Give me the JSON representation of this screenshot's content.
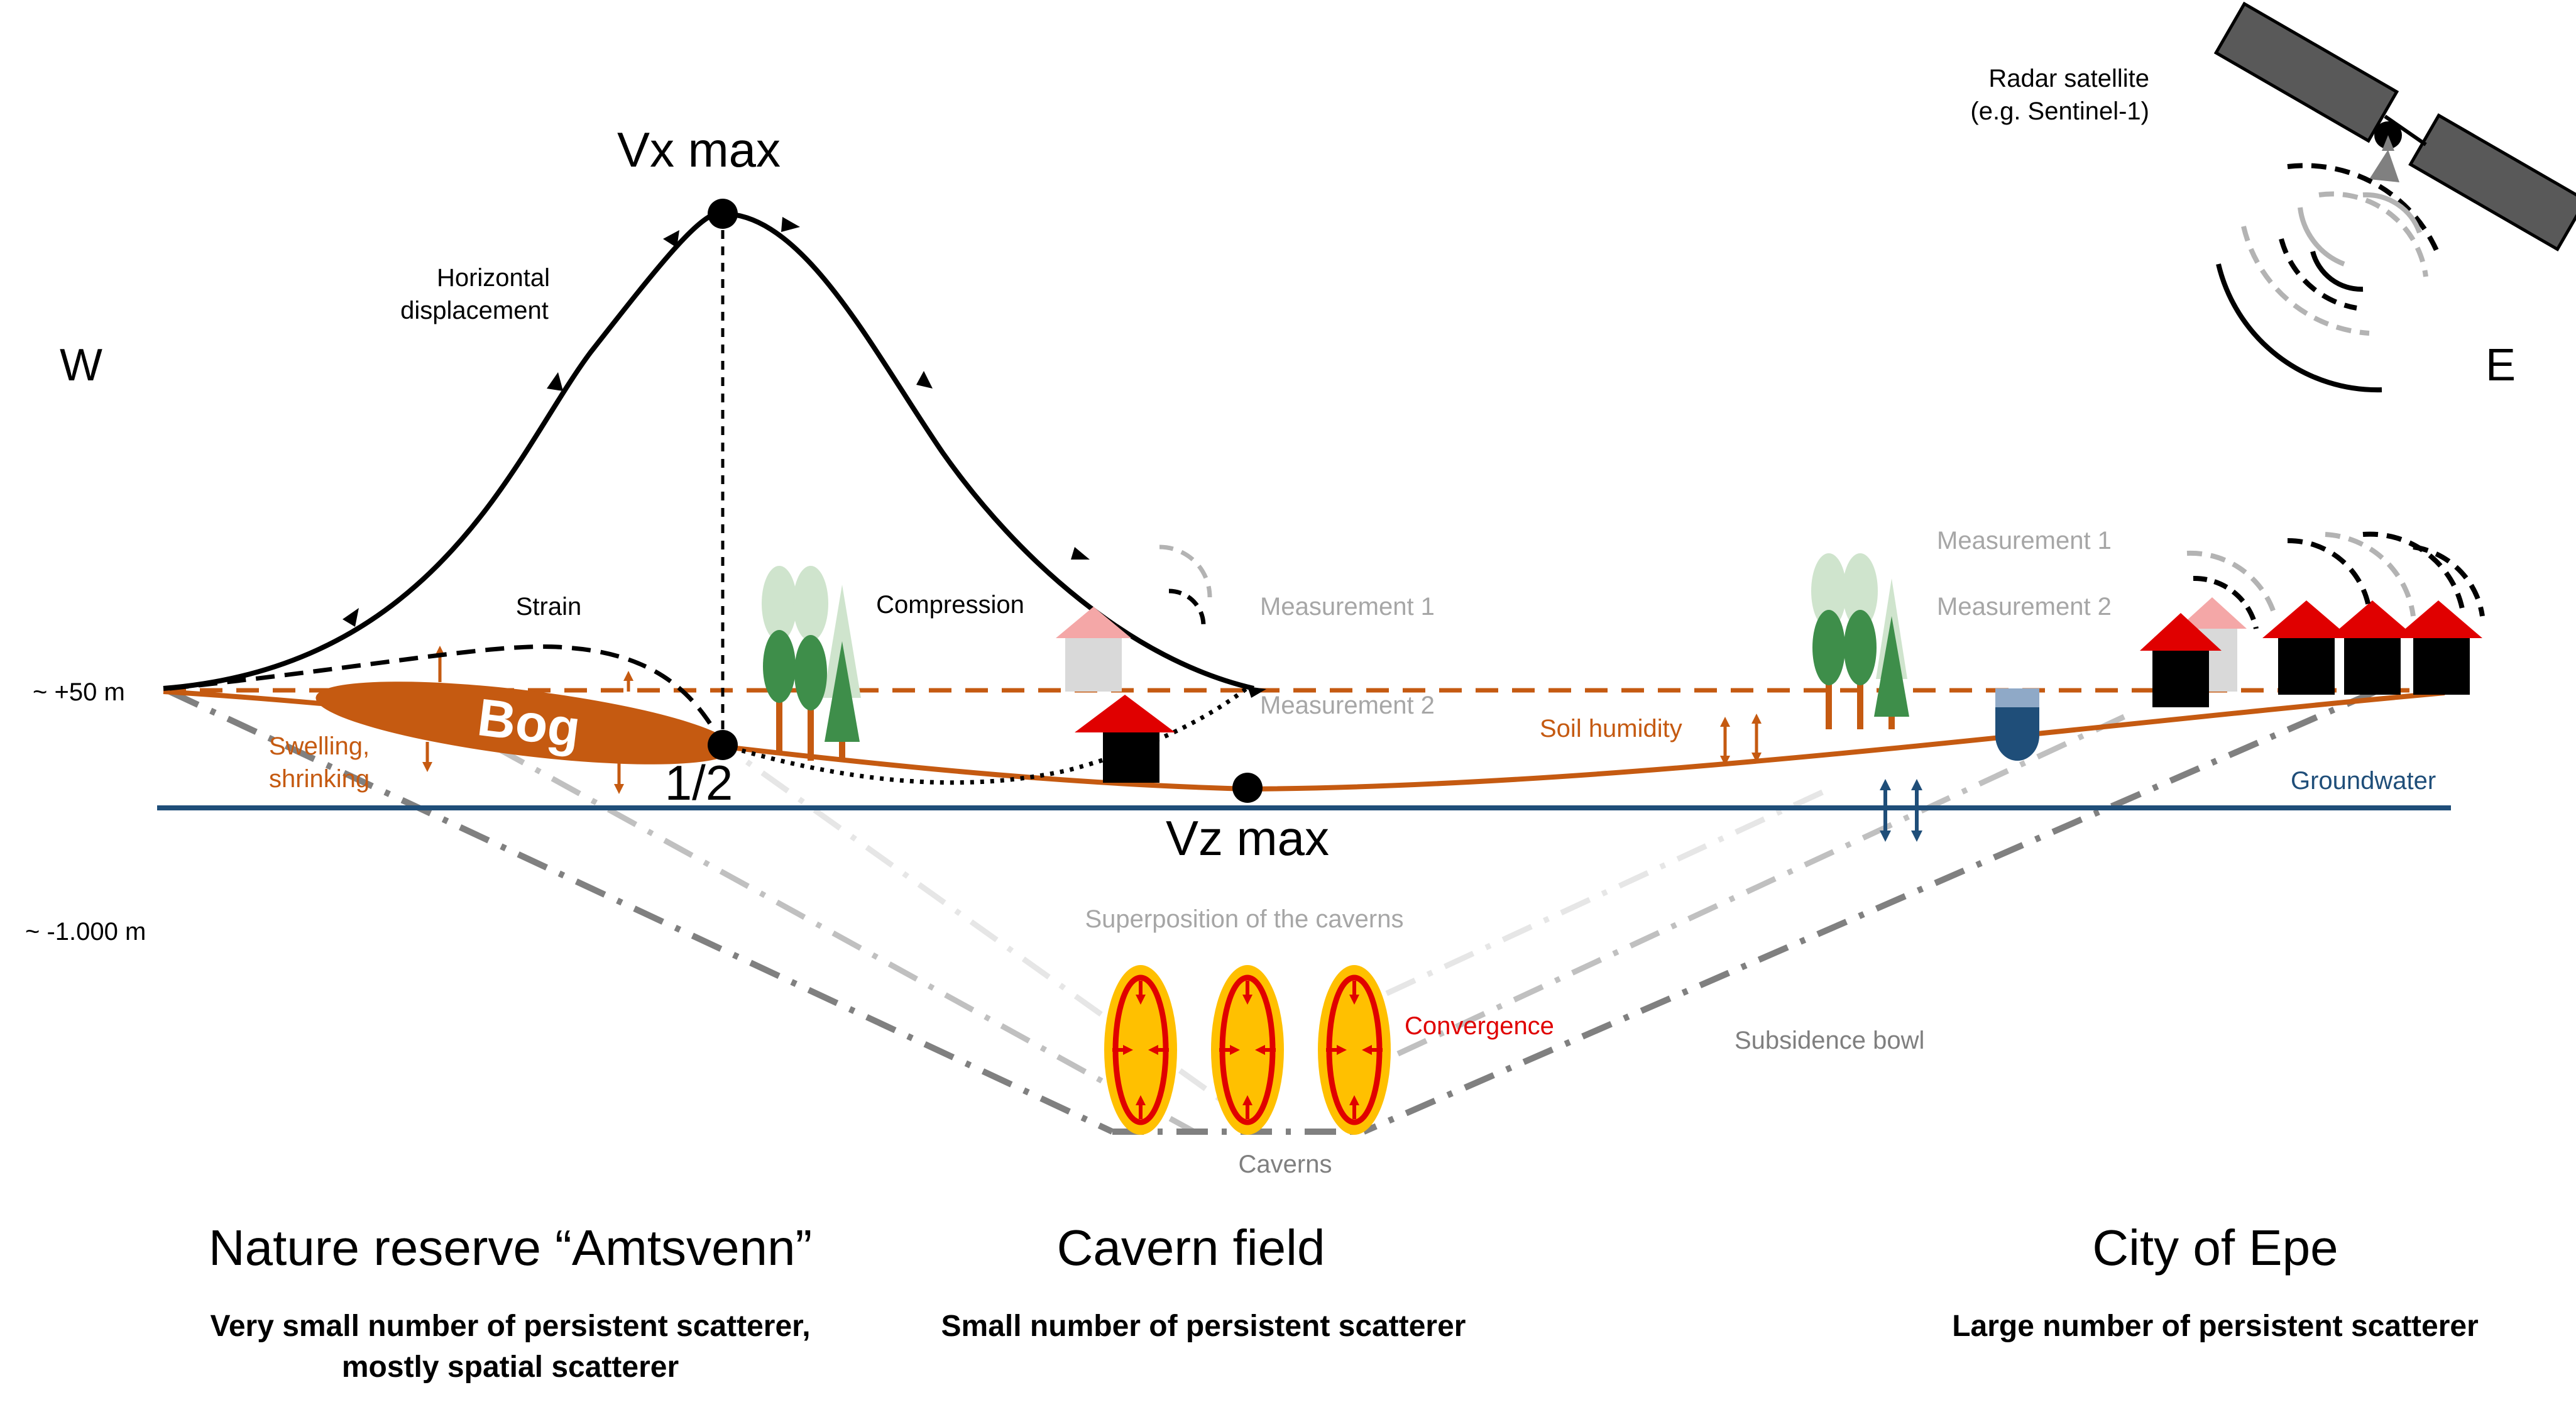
{
  "directions": {
    "west": "W",
    "east": "E"
  },
  "elevations": {
    "surface": "~ +50 m",
    "depth": "~ -1.000 m"
  },
  "satellite": {
    "label_line1": "Radar satellite",
    "label_line2": "(e.g. Sentinel-1)"
  },
  "displacement": {
    "vx_max": "Vx max",
    "vz_max": "Vz max",
    "half": "1/2",
    "horizontal_line1": "Horizontal",
    "horizontal_line2": "displacement",
    "strain": "Strain",
    "compression": "Compression"
  },
  "bog": {
    "label": "Bog",
    "swelling_line1": "Swelling,",
    "swelling_line2": "shrinking"
  },
  "measurements": {
    "center_1": "Measurement 1",
    "center_2": "Measurement 2",
    "east_1": "Measurement 1",
    "east_2": "Measurement 2"
  },
  "hydro": {
    "soil_humidity": "Soil humidity",
    "groundwater": "Groundwater"
  },
  "caverns": {
    "superposition": "Superposition of the caverns",
    "convergence": "Convergence",
    "subsidence_bowl": "Subsidence bowl",
    "caverns": "Caverns"
  },
  "regions": [
    {
      "title": "Nature reserve “Amtsvenn”",
      "desc_line1": "Very small number of persistent scatterer,",
      "desc_line2": "mostly spatial scatterer"
    },
    {
      "title": "Cavern field",
      "desc_line1": "Small number of persistent scatterer",
      "desc_line2": ""
    },
    {
      "title": "City of Epe",
      "desc_line1": "Large number of persistent scatterer",
      "desc_line2": ""
    }
  ],
  "colors": {
    "orange": "#c55a11",
    "red": "#e00000",
    "yellow": "#ffc000",
    "blue": "#1f4e79",
    "green": "#3e8e4a",
    "light_green": "#cfe4cd"
  }
}
